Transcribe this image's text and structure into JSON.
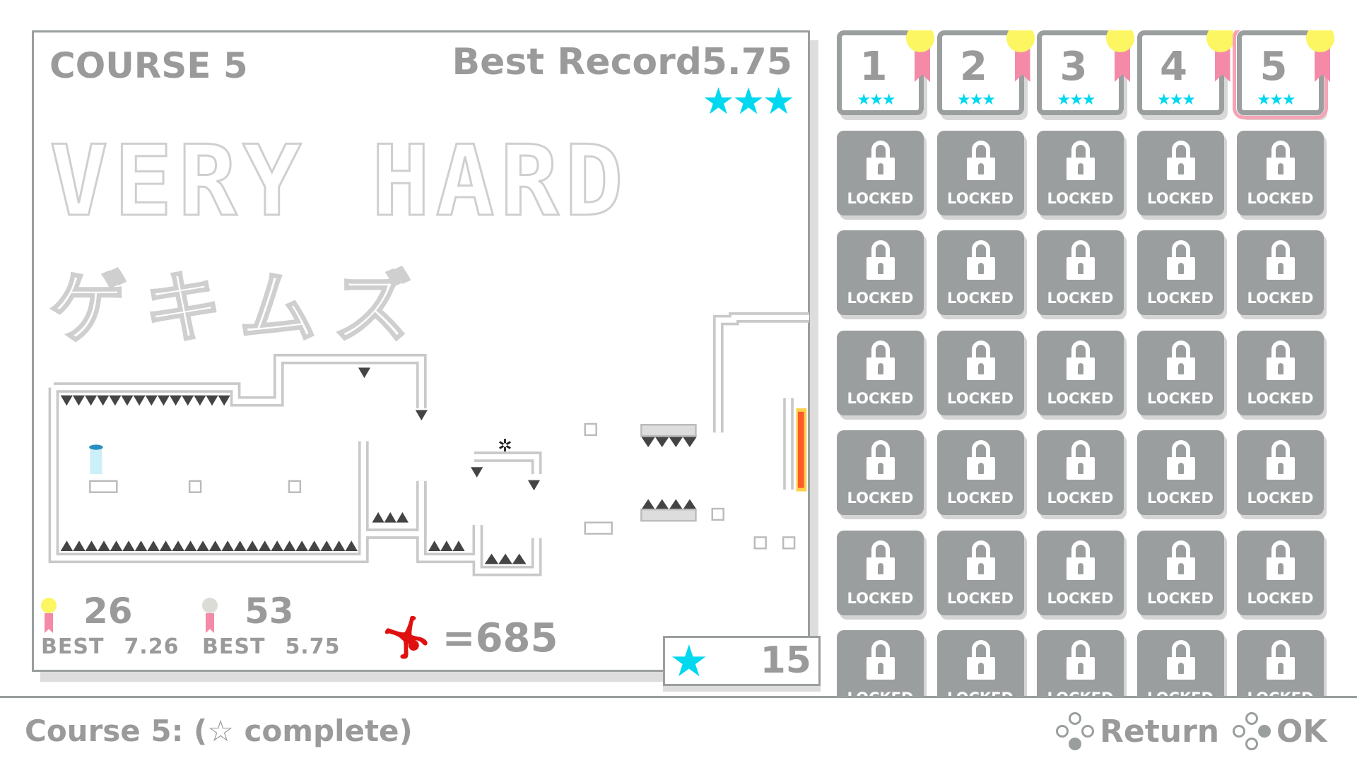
{
  "course": {
    "title": "COURSE 5",
    "best_record_label": "Best Record",
    "best_record_value": "5.75",
    "stars": "★★★",
    "title_art": "VERY HARD",
    "title_art_jp": "ゲキムズ"
  },
  "stats": {
    "gold": {
      "count": "26",
      "best_label": "BEST",
      "best_value": "7.26"
    },
    "silver": {
      "count": "53",
      "best_label": "BEST",
      "best_value": "5.75"
    },
    "deaths": "=685"
  },
  "star_total": "15",
  "tiles": {
    "unlocked": [
      {
        "num": "1",
        "stars": "★★★"
      },
      {
        "num": "2",
        "stars": "★★★"
      },
      {
        "num": "3",
        "stars": "★★★"
      },
      {
        "num": "4",
        "stars": "★★★"
      },
      {
        "num": "5",
        "stars": "★★★"
      }
    ],
    "locked_label": "LOCKED",
    "locked_count": 30,
    "selected": 5
  },
  "footer": {
    "status": "Course 5: (☆ complete)",
    "return_label": "Return",
    "ok_label": "OK"
  },
  "colors": {
    "accent_star": "#00d8f0",
    "gold": "#fbf661",
    "ribbon": "#f48aa8",
    "tile_gray": "#9a9e9e",
    "death_red": "#e01010"
  }
}
